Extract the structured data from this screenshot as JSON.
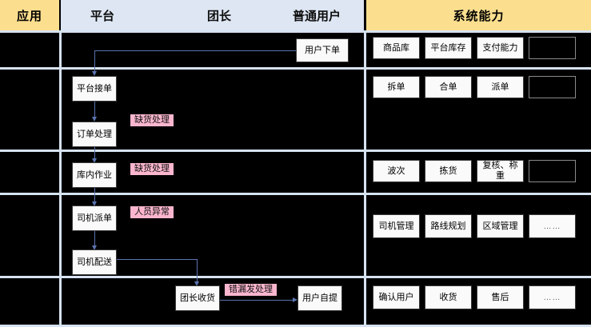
{
  "header": {
    "app_label": "应用",
    "system_label": "系统能力",
    "roles": [
      {
        "id": "platform",
        "label": "平台"
      },
      {
        "id": "leader",
        "label": "团长"
      },
      {
        "id": "user",
        "label": "普通用户"
      }
    ]
  },
  "rows": [
    {
      "id": "row-order",
      "flow_boxes": [
        {
          "id": "user-place-order",
          "label": "用户下单"
        }
      ],
      "tags": [],
      "capabilities": [
        {
          "id": "goods-library",
          "label": "商品库"
        },
        {
          "id": "platform-stock",
          "label": "平台库存"
        },
        {
          "id": "payment-ability",
          "label": "支付能力"
        },
        {
          "id": "cap-empty-1",
          "label": ""
        }
      ]
    },
    {
      "id": "row-accept",
      "flow_boxes": [
        {
          "id": "platform-accept-order",
          "label": "平台接单"
        },
        {
          "id": "order-processing",
          "label": "订单处理"
        }
      ],
      "tags": [
        {
          "id": "tag-out-of-stock-1",
          "label": "缺货处理"
        }
      ],
      "capabilities": [
        {
          "id": "split-order",
          "label": "拆单"
        },
        {
          "id": "merge-order",
          "label": "合单"
        },
        {
          "id": "dispatch-order",
          "label": "派单"
        },
        {
          "id": "cap-empty-2",
          "label": ""
        }
      ]
    },
    {
      "id": "row-warehouse",
      "flow_boxes": [
        {
          "id": "warehouse-operation",
          "label": "库内作业"
        }
      ],
      "tags": [
        {
          "id": "tag-out-of-stock-2",
          "label": "缺货处理"
        }
      ],
      "capabilities": [
        {
          "id": "wave",
          "label": "波次"
        },
        {
          "id": "picking",
          "label": "拣货"
        },
        {
          "id": "review-weigh",
          "label": "复核、称重"
        },
        {
          "id": "cap-empty-3",
          "label": ""
        }
      ]
    },
    {
      "id": "row-delivery",
      "flow_boxes": [
        {
          "id": "driver-dispatch",
          "label": "司机派单"
        },
        {
          "id": "driver-delivery",
          "label": "司机配送"
        }
      ],
      "tags": [
        {
          "id": "tag-staff-exception",
          "label": "人员异常"
        }
      ],
      "capabilities": [
        {
          "id": "driver-management",
          "label": "司机管理"
        },
        {
          "id": "route-planning",
          "label": "路线规划"
        },
        {
          "id": "area-management",
          "label": "区域管理"
        },
        {
          "id": "cap-more-1",
          "label": "……"
        }
      ]
    },
    {
      "id": "row-pickup",
      "flow_boxes": [
        {
          "id": "leader-receive",
          "label": "团长收货"
        },
        {
          "id": "user-self-pickup",
          "label": "用户自提"
        }
      ],
      "tags": [
        {
          "id": "tag-wrong-missing",
          "label": "错漏发处理"
        }
      ],
      "capabilities": [
        {
          "id": "confirm-user",
          "label": "确认用户"
        },
        {
          "id": "receive-goods",
          "label": "收货"
        },
        {
          "id": "after-sales",
          "label": "售后"
        },
        {
          "id": "cap-more-2",
          "label": "……"
        }
      ]
    }
  ],
  "colors": {
    "header_yellow": "#FBDF8F",
    "header_blue": "#DDE6F2",
    "tag_pink": "#FBB6CE",
    "connector": "#5B74AE",
    "grid_line": "#D6E2F0",
    "background": "#000000"
  }
}
